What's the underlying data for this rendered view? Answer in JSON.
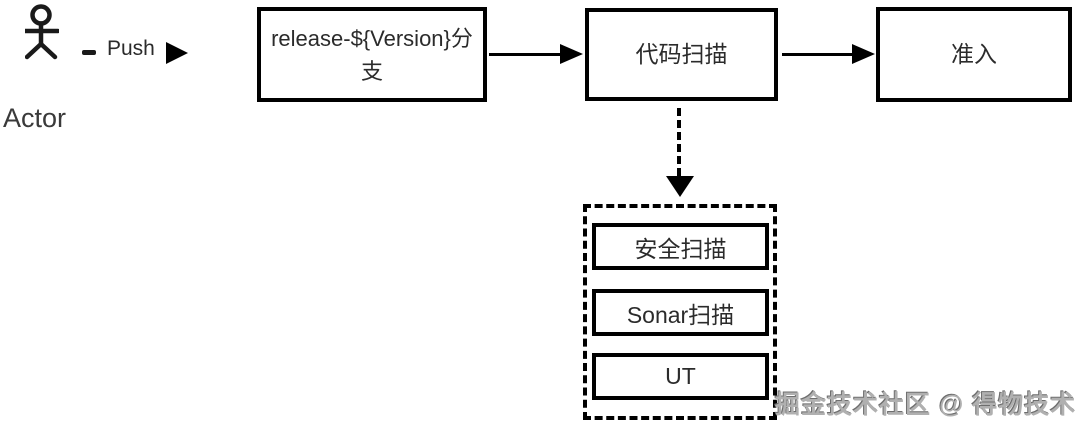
{
  "diagram": {
    "actor": {
      "label": "Actor",
      "action_label": "Push"
    },
    "nodes": {
      "branch": "release-${Version}分支",
      "code_scan": "代码扫描",
      "admission": "准入"
    },
    "scan_group": {
      "items": [
        "安全扫描",
        "Sonar扫描",
        "UT"
      ]
    },
    "watermark": "掘金技术社区 @ 得物技术",
    "icons": {
      "actor": "actor-icon",
      "push_arrow": "play-icon"
    },
    "colors": {
      "stroke": "#000000",
      "text": "#2b2b2b",
      "watermark": "#b0b0b0",
      "background": "#ffffff"
    }
  }
}
